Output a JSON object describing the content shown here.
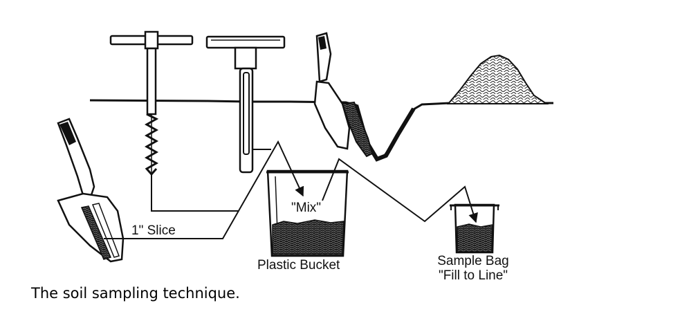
{
  "labels": {
    "slice": "1\" Slice",
    "mix": "\"Mix\"",
    "bucket": "Plastic Bucket",
    "bag_line1": "Sample Bag",
    "bag_line2": "\"Fill to Line\""
  },
  "caption": "The soil sampling technique.",
  "colors": {
    "ink": "#111111",
    "background": "#ffffff"
  }
}
